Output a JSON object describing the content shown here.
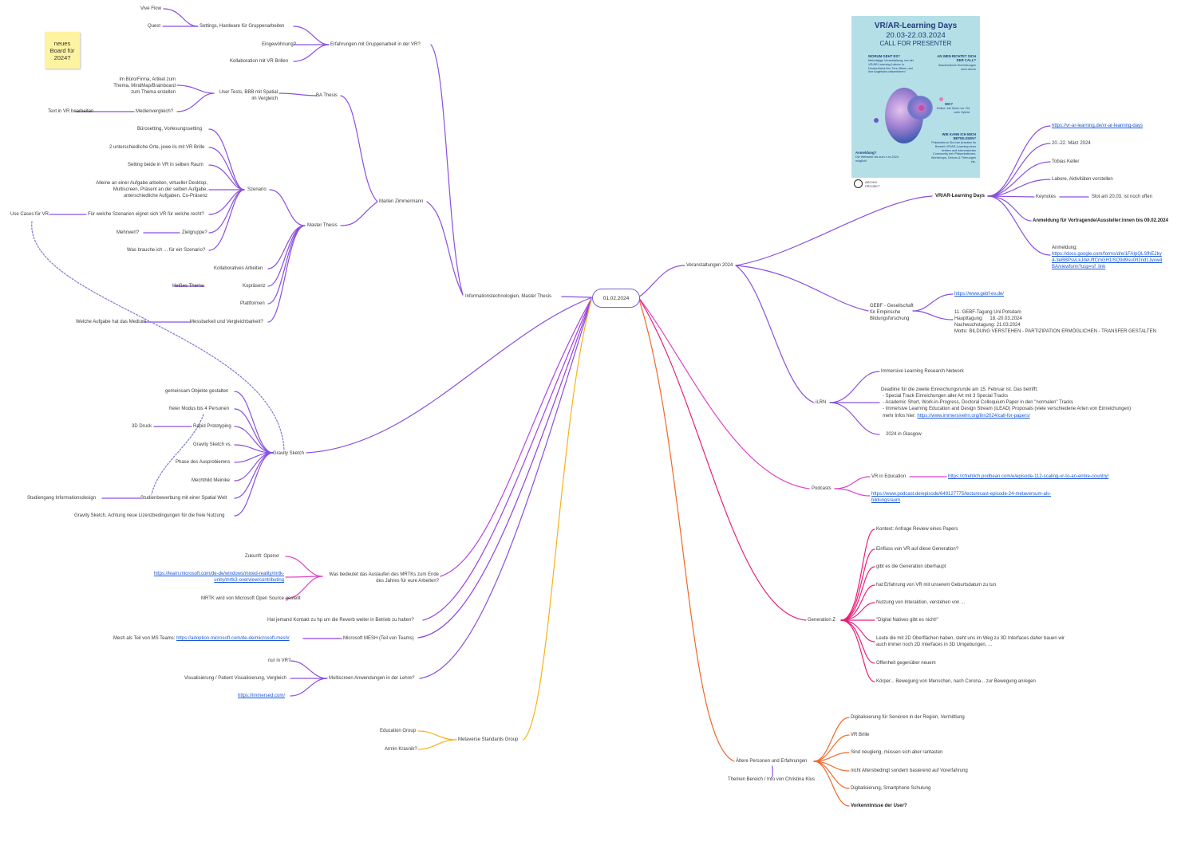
{
  "center": {
    "label": "01.02.2024"
  },
  "sticky": {
    "text": "neues Board für 2024?"
  },
  "poster": {
    "title": "VR/AR-Learning Days",
    "dates": "20.03-22.03.2024",
    "call": "CALL FOR PRESENTER",
    "q1_title": "WORUM GEHT ES?",
    "q1_text": "Mehrtägige Veranstaltung, bei der VR/AR-Learning-Labore in Deutschland ihre Tore öffnen und ihre Angebote präsentieren!",
    "q2_title": "AN WEN RICHTET SICH DER CALL?",
    "q2_text": "Akademische Einrichtungen und Labore",
    "q3_title": "WO?",
    "q3_text": "Online, bei Ihnen vor Ort oder Hybrid",
    "q4_title": "WIE KANN ICH MICH BETEILIGEN?",
    "q4_text": "Präsentieren Sie Ihre Arbeiten im Bereich VR/AR-Learning einer breiten und interessierten Community bei: Präsentationen, Workshops, Demos & Führungen etc.",
    "q5_title": "Anmeldung?",
    "q5_text": "Die Webseite bis zum x.xx.2024 möglich!",
    "logo_text": "ARCHIV PROJEKT"
  },
  "colors": {
    "purple": "#8a4fe0",
    "magenta": "#e040c8",
    "pink": "#e8207a",
    "orange": "#f0682a",
    "gold": "#f5b21a",
    "link": "#1a56d6",
    "sticky": "#fdf3a0",
    "poster": "#b4dfe7"
  },
  "left": {
    "vive_flow": "Vive Flow",
    "quest": "Quest",
    "settings_hw": "Settings, Hardware für Gruppenarbeiten",
    "eingewoehnung": "Eingewöhnung?",
    "kollaboration_vr": "Kollaboration mit VR Brillen",
    "erfahrungen_gruppenarbeit": "Erfahrungen mit Gruppenarbeit in der VR?",
    "im_buero": "Im Büro/Firma, Artikel zum Thema, MindMap/Brainboard zum Thema erstellen",
    "user_tests": "User Tests, BBB mit Spatial im Vergleich",
    "text_vr": "Text in VR bearbeiten",
    "medienvergleich": "Medienvergleich?",
    "ba_thesis": "BA Thesis",
    "buerosetting": "Bürosetting, Vorlesungssetting",
    "zwei_orte": "2 unterschiedliche Orte, jewe ils mit VR Brille",
    "setting_raum": "Setting beide in VR in selben Raum",
    "alleine": "Alleine an einer Aufgabe arbeiten, virtueller Desktop, Multiscreen, Präsent an der selben Aufgabe, unterschiedliche Aufgaben, Co-Präsenz",
    "szenario": "Szenario",
    "use_cases": "Use Cases für VR",
    "fuer_welche": "Für welche Szenarien eignet sich VR für welche recht?",
    "mehrwert": "Mehrwert?",
    "zielgruppe": "Zielgruppe?",
    "was_brauche": "Was brauche ich ... für ein Szenario?",
    "kollaboratives": "Kollaboratives Arbeiten",
    "heisses_thema": "Heißes Thema",
    "kopraesenz": "Kopräsenz",
    "plattformen": "Plattformen",
    "welche_aufgabe": "Welche Aufgabe hat das Medium",
    "messbarkeit": "Messbarkeit und Vergleichbarkeit?",
    "master_thesis": "Master Thesis",
    "marlen": "Marlen Zimmermann",
    "info_tech": "Informationstechnologien, Master Thesis",
    "gemeinsam": "gemeinsam Objekte gestalten",
    "freier_modus": "freier Modus bis 4 Personen",
    "druck_3d": "3D Druck",
    "rapid": "Rapid Prototyping",
    "gravity_vs": "Gravity Sketch vs.",
    "phase": "Phase des Ausprobierens",
    "mechthild": "Mechthild Meinike",
    "studiengang": "Studiengang Informationsdesign",
    "studienbewerbung": "Studienbewerbung mit einer Spatial Welt",
    "gravity_achtung": "Gravity Sketch, Achtung neue Lizenzbedingungen für die freie Nutzung",
    "gravity_sketch": "Gravity Sketch",
    "zukunft": "Zukunft: Openxr",
    "mrtk_link": "https://learn.microsoft.com/de-de/windows/mixed-reality/mrtk-unity/mrtk3-overview/contributing",
    "mrtk_opensource": "MRTK wird von Microsoft Open Source gestellt",
    "was_bedeutet": "Was bedeutet das Auslaufen des MRTKs zum Ende des Jahres für eure Arbeiten?",
    "hat_jemand": "Hat jemand Kontakt zu hp um die Reverb weiter in Betrieb zu halten?",
    "mesh_teams_label": "Mesh als Teil von MS Teams:",
    "mesh_link": "https://adoption.microsoft.com/de-de/microsoft-mesh/",
    "microsoft_mesh": "Microsoft MESH (Teil von Teams)",
    "nur_vr": "nur in VR?",
    "visualisierung": "Visualisierung / Patient Visualisierung, Vergleich",
    "immersed_link": "https://immersed.com/",
    "multiscreen": "Multiscreen Anwendungen in der Lehre?",
    "education_group": "Education Group",
    "armin": "Armin Krasnik?",
    "metaverse": "Metaverse Standards Group"
  },
  "right": {
    "veranstaltungen": "Veranstaltungen 2024",
    "vr_link": "https://vr-ar-learning.de/vr-ar-learning-days",
    "maerz": "20.-22. März 2024",
    "tobias": "Tobias Keller",
    "labore": "Labore, Aktivitäten vorstellen",
    "keynotes": "Keynotes",
    "slot": "Slot am 20.03. ist noch offen",
    "vr_days": "VR/AR-Learning Days",
    "anmeldung_bold": "Anmeldung für Vortragende/Aussteller:innen bis 09.02.2024",
    "anmeldung": "Anmeldung:",
    "forms_link": "https://docs.google.com/forms/d/e/1FAIpQLSfhE2ky4-3eBBPsvLkJdeUffCmGH1lSQ9d9su0rl2nd1Jyvw4BA/viewform?usp=sf_link",
    "gebf_link": "https://www.gebf-ev.de/",
    "gebf": "GEBF - Gesellschaft für Empirische Bildungsforschung",
    "gebf_detail": "11. GEBF-Tagung Uni Potsdam\nHaupttagung:     18.-20.03.2024\nNachwuchstagung: 21.03.2024\nMotto: BILDUNG VERSTEHEN - PARTIZIPATION ERMÖGLICHEN - TRANSFER GESTALTEN",
    "iln": "Immersive Learning Research Network",
    "deadline_intro": "Deadline für die zweite Einreichungsrunde am 15. Februar ist. Das betrifft:",
    "deadline_b1": "- Special Track Einreichungen aller Art mit 3 Special Tracks",
    "deadline_b2": "- Academic Short, Work-in-Progress, Doctoral Colloquium Paper in den \"normalen\" Tracks",
    "deadline_b3": "- Immersive Learning Education and Design Stream (iLEAD) Proposals (viele verschiedene Arten von Einreichungen)",
    "mehr_infos": "mehr Infos hier:",
    "immersive_link": "https://www.immersivelrn.org/ilrn2024/call-for-papers/",
    "glasgow": "2024 in Glasgow",
    "ilrn": "iLRN",
    "vr_education": "VR in Education",
    "vr_edu_link": "https://cfrehlich.podbean.com/e/episode-112-scaling-vr-to-an-entire-country/",
    "podcast_link": "https://www.podcast.de/episode/649127775/lecturecast-episode-24-metaversum-als-bildungsraum",
    "podcasts": "Podcasts",
    "kontext": "Kontext: Anfrage Review eines Papers",
    "einfluss": "Einfluss von VR auf diese Generation?",
    "gibt_es": "gibt es die Generation überhaupt",
    "hat_erfahrung": "hat Erfahrung von VR mit unserem Geburtsdatum zu tun",
    "nutzung": "Nutzung von Interaktion, verstehen von ...",
    "digital_natives": "\"Digital Natives gibt es nicht!\"",
    "leute": "Leute die mit 2D Oberflächen haben, steht uns im Weg zu 3D Interfaces daher bauen wir auch immer noch 2D Interfaces in 3D Umgebungen, ...",
    "offenheit": "Offenheit gegenüber neuem",
    "koerper": "Körper... Bewegung von Menschen, nach Corona... zur Bewegung anregen",
    "generation_z": "Generation Z",
    "digitalisierung_senioren": "Digitalisierung für Senioren in der Region, Vermittlung",
    "vr_brille": "VR Brille",
    "sind_neugierig": "Sind neugierig, müssen sich aber rantasten",
    "nicht_altersbedingt": "nicht Altersbedingt sondern basierend auf Vorerfahrung",
    "smartphone": "Digitalisierung, Smartphone Schulung",
    "vorkenntnisse": "Vorkenntnisse der User?",
    "aeltere": "Ältere Personen und Erfahrungen",
    "themen_bereich": "Themen Bereich / Info von Christina Klus"
  }
}
